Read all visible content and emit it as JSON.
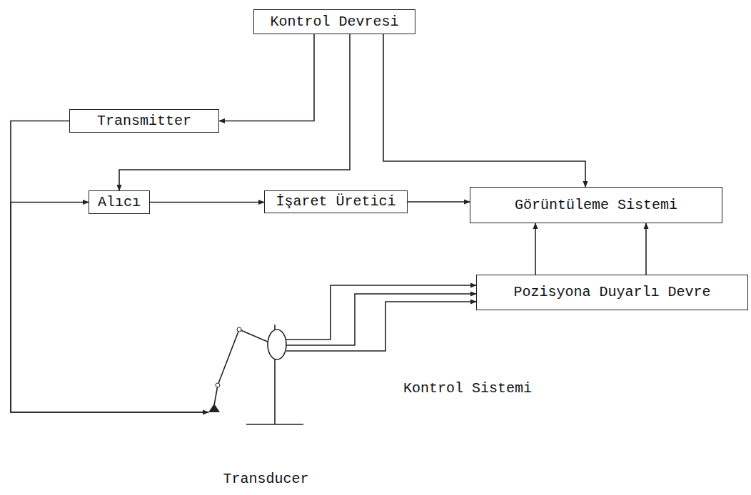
{
  "diagram": {
    "nodes": [
      {
        "text": [
          "Kontrol Devresi"
        ]
      },
      {
        "text": [
          "Transmitter"
        ]
      },
      {
        "text": [
          "Alıcı"
        ]
      },
      {
        "text": [
          "İşaret Üretici"
        ]
      },
      {
        "text": [
          "Görüntüleme Sistemi"
        ]
      },
      {
        "text": [
          "Pozisyona Duyarlı Devre"
        ]
      },
      {
        "text": [
          "Transducer"
        ]
      }
    ],
    "edges": [
      {
        "from": 0,
        "to": 1,
        "arrow": "to"
      },
      {
        "from": 0,
        "to": 2,
        "arrow": "to"
      },
      {
        "from": 0,
        "to": 4,
        "arrow": "to"
      },
      {
        "from": 1,
        "to": 6,
        "arrow": "to"
      },
      {
        "from": 6,
        "to": 2,
        "arrow": "to"
      },
      {
        "from": 2,
        "to": 3,
        "arrow": "to"
      },
      {
        "from": 3,
        "to": 4,
        "arrow": "to"
      },
      {
        "from": 5,
        "to": 4,
        "arrow": "to"
      },
      {
        "from": 5,
        "to": 4,
        "arrow": "to"
      },
      {
        "from": 6,
        "to": 5,
        "arrow": "to"
      },
      {
        "from": 6,
        "to": 5,
        "arrow": "to"
      },
      {
        "from": 6,
        "to": 5,
        "arrow": "to"
      }
    ],
    "labels": [
      "Kontrol Sistemi"
    ]
  }
}
